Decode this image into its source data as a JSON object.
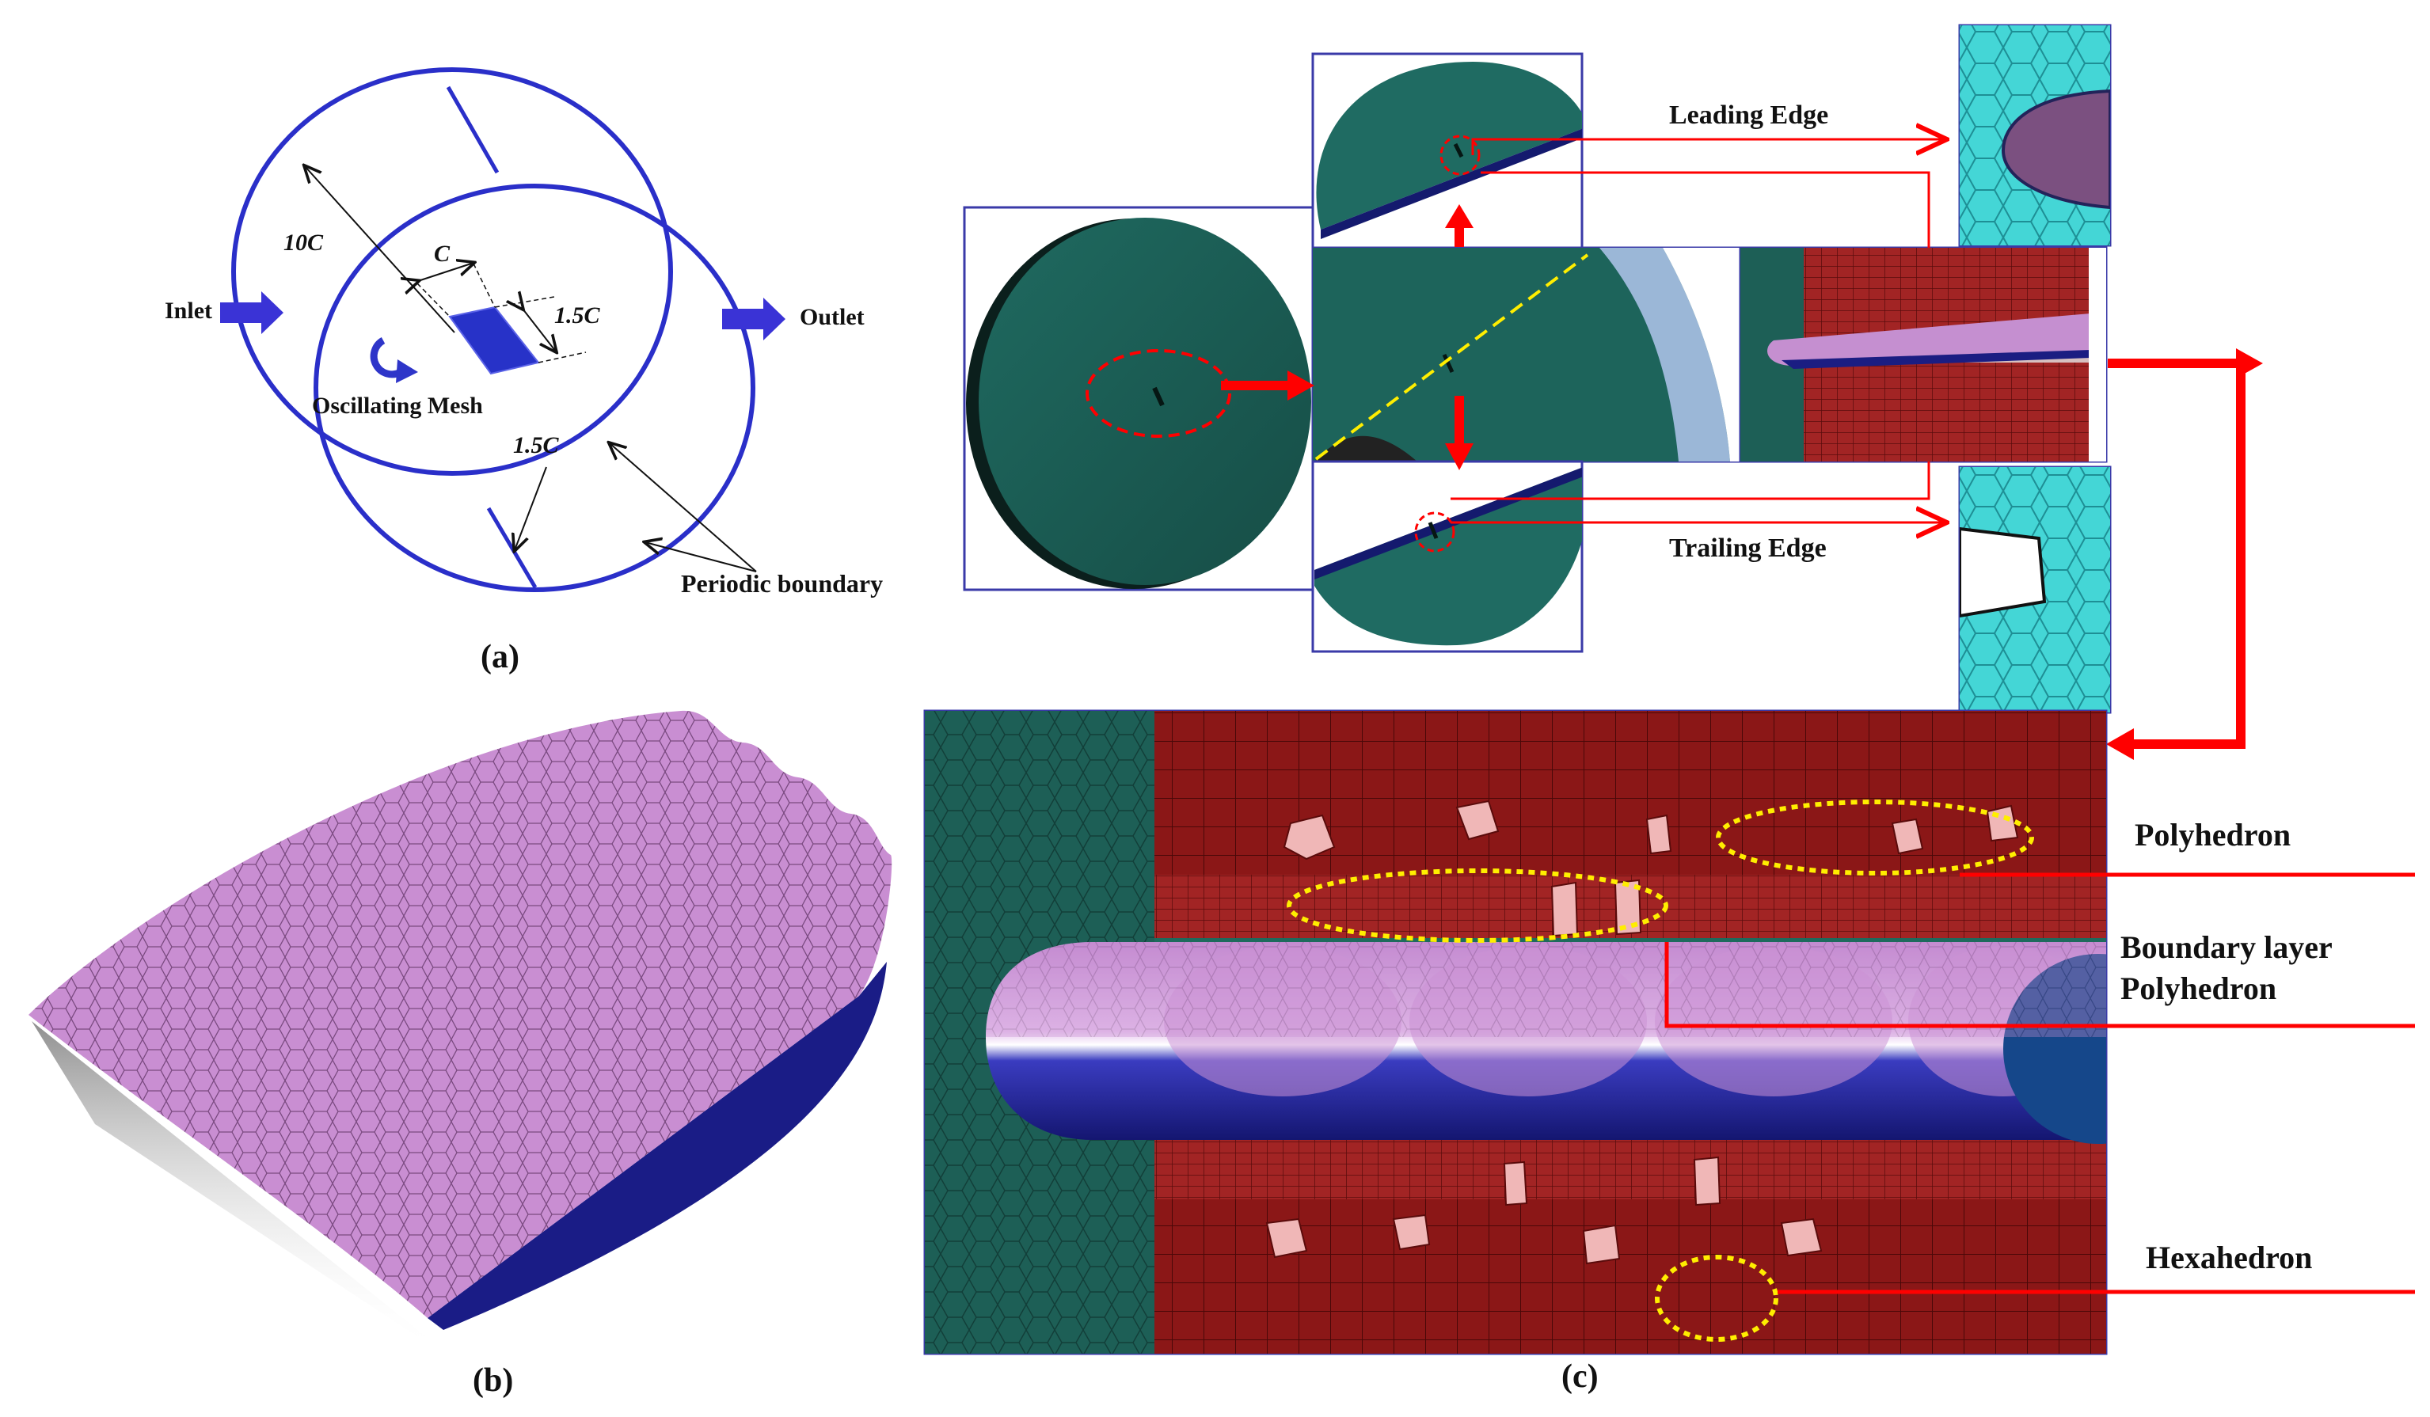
{
  "panel_a": {
    "caption": "(a)",
    "inlet": "Inlet",
    "outlet": "Outlet",
    "radius": "10C",
    "chord": "C",
    "span": "1.5C",
    "mesh": "Oscillating Mesh",
    "offset": "1.5C",
    "periodic": "Periodic boundary"
  },
  "panel_b": {
    "caption": "(b)"
  },
  "panel_c": {
    "caption": "(c)",
    "leading_edge": "Leading Edge",
    "trailing_edge": "Trailing Edge",
    "polyhedron": "Polyhedron",
    "bl_line1": "Boundary layer",
    "bl_line2": "Polyhedron",
    "hexahedron": "Hexahedron"
  },
  "colors": {
    "domain_blue": "#2a2fc9",
    "annotation_red": "#ff0000",
    "highlight_yellow": "#ffee00",
    "fluid_teal": "#1c5e55",
    "solid_red": "#8a1414",
    "airfoil_pink": "#c88ad0",
    "airfoil_navy": "#16187a",
    "outer_cyan": "#3fd8d8"
  }
}
